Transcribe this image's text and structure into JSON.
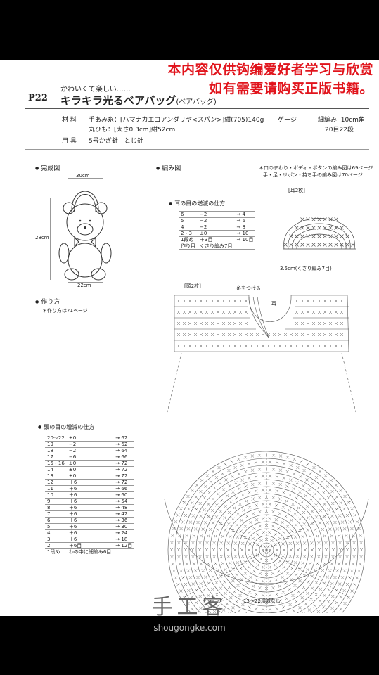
{
  "notice": {
    "line1": "本内容仅供钩编爱好者学习与欣赏",
    "line2": "如有需要请购买正版书籍。",
    "color": "#e1141c"
  },
  "header": {
    "page_number": "P22",
    "subtitle": "かわいくて楽しい……",
    "title": "キラキラ光るベアバッグ",
    "title_suffix": "(ベアバッグ)"
  },
  "materials": {
    "label": "材 料",
    "yarn_label": "手あみ糸：",
    "yarn": "[ハマナカエコアンダリヤ<スパン>]紺(705)140g",
    "cord_label": "丸ひも：",
    "cord": "[太さ0.3cm]紺52cm",
    "tools_label": "用 具",
    "tools": "5号かぎ針　とじ針",
    "gauge_label": "ゲージ",
    "gauge_stitch": "細編み",
    "gauge_size": "10cm角",
    "gauge_value": "20目22段"
  },
  "finished": {
    "heading": "完成図",
    "width_top": "30cm",
    "height": "28cm",
    "width_bottom": "22cm"
  },
  "howto": {
    "heading": "作り方",
    "note": "＊作り方は71ページ"
  },
  "chart": {
    "heading": "編み図",
    "note1": "＊口のまわり・ボディ・ボタンの編み図は69ページ",
    "note2": "手・足・リボン・持ち手の編み図は70ページ",
    "ear_label": "[耳2枚]",
    "ear_dim": "3.5cm(くさり編み7目)",
    "head_label": "[頭2枚]",
    "yarn_attach": "糸をつける",
    "mark_ear": "耳",
    "bottom_note": "13～22増減なし"
  },
  "ear_table": {
    "heading": "耳の目の増減の仕方",
    "rows": [
      [
        "6",
        "−2",
        "→ 4"
      ],
      [
        "5",
        "−2",
        "→ 6"
      ],
      [
        "4",
        "−2",
        "→ 8"
      ],
      [
        "2・3",
        "±0",
        "→ 10"
      ],
      [
        "1段め",
        "＋3目",
        "→ 10目"
      ],
      [
        "作り目",
        "くさり編み7目",
        ""
      ]
    ]
  },
  "head_table": {
    "heading": "頭の目の増減の仕方",
    "rows": [
      [
        "20〜22",
        "±0",
        "→ 62"
      ],
      [
        "19",
        "−2",
        "→ 62"
      ],
      [
        "18",
        "−2",
        "→ 64"
      ],
      [
        "17",
        "−6",
        "→ 66"
      ],
      [
        "15・16",
        "±0",
        "→ 72"
      ],
      [
        "14",
        "±0",
        "→ 72"
      ],
      [
        "13",
        "±0",
        "→ 72"
      ],
      [
        "12",
        "＋6",
        "→ 72"
      ],
      [
        "11",
        "＋6",
        "→ 66"
      ],
      [
        "10",
        "＋6",
        "→ 60"
      ],
      [
        "9",
        "＋6",
        "→ 54"
      ],
      [
        "8",
        "＋6",
        "→ 48"
      ],
      [
        "7",
        "＋6",
        "→ 42"
      ],
      [
        "6",
        "＋6",
        "→ 36"
      ],
      [
        "5",
        "＋6",
        "→ 30"
      ],
      [
        "4",
        "＋6",
        "→ 24"
      ],
      [
        "3",
        "＋6",
        "→ 18"
      ],
      [
        "2",
        "＋6目",
        "→ 12目"
      ],
      [
        "1段め",
        "わの中に細編み6目",
        ""
      ]
    ]
  },
  "watermark": {
    "logo": "手工客",
    "url": "shougongke.com"
  }
}
